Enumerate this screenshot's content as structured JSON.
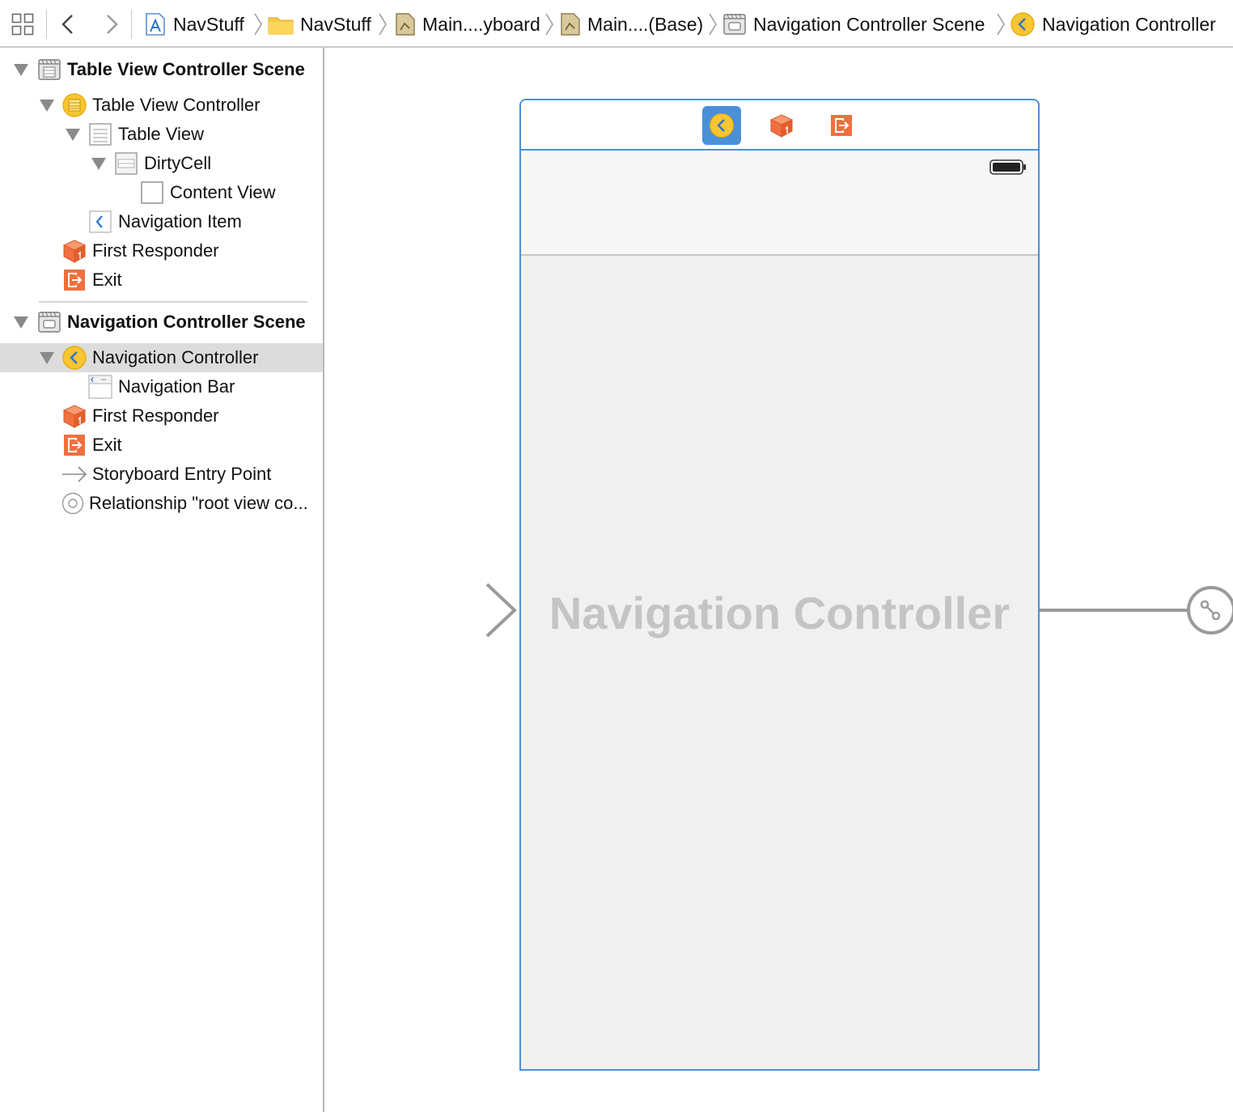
{
  "jumpbar": {
    "crumbs": [
      {
        "label": "NavStuff",
        "icon": "project-icon"
      },
      {
        "label": "NavStuff",
        "icon": "folder-icon"
      },
      {
        "label": "Main....yboard",
        "icon": "storyboard-file-icon"
      },
      {
        "label": "Main....(Base)",
        "icon": "storyboard-file-icon"
      },
      {
        "label": "Navigation Controller Scene",
        "icon": "scene-icon"
      },
      {
        "label": "Navigation Controller",
        "icon": "navigation-controller-icon"
      }
    ]
  },
  "outline": {
    "scene1": {
      "title": "Table View Controller Scene",
      "controller": "Table View Controller",
      "table_view": "Table View",
      "cell": "DirtyCell",
      "content_view": "Content View",
      "nav_item": "Navigation Item",
      "first_responder": "First Responder",
      "exit": "Exit"
    },
    "scene2": {
      "title": "Navigation Controller Scene",
      "controller": "Navigation Controller",
      "nav_bar": "Navigation Bar",
      "first_responder": "First Responder",
      "exit": "Exit",
      "entry_point": "Storyboard Entry Point",
      "relationship": "Relationship \"root view co..."
    }
  },
  "canvas": {
    "controller_title": "Navigation Controller"
  },
  "colors": {
    "selection_blue": "#4a90d9",
    "controller_yellow": "#f9c531",
    "responder_orange": "#f0703f",
    "exit_orange": "#f0703f"
  }
}
